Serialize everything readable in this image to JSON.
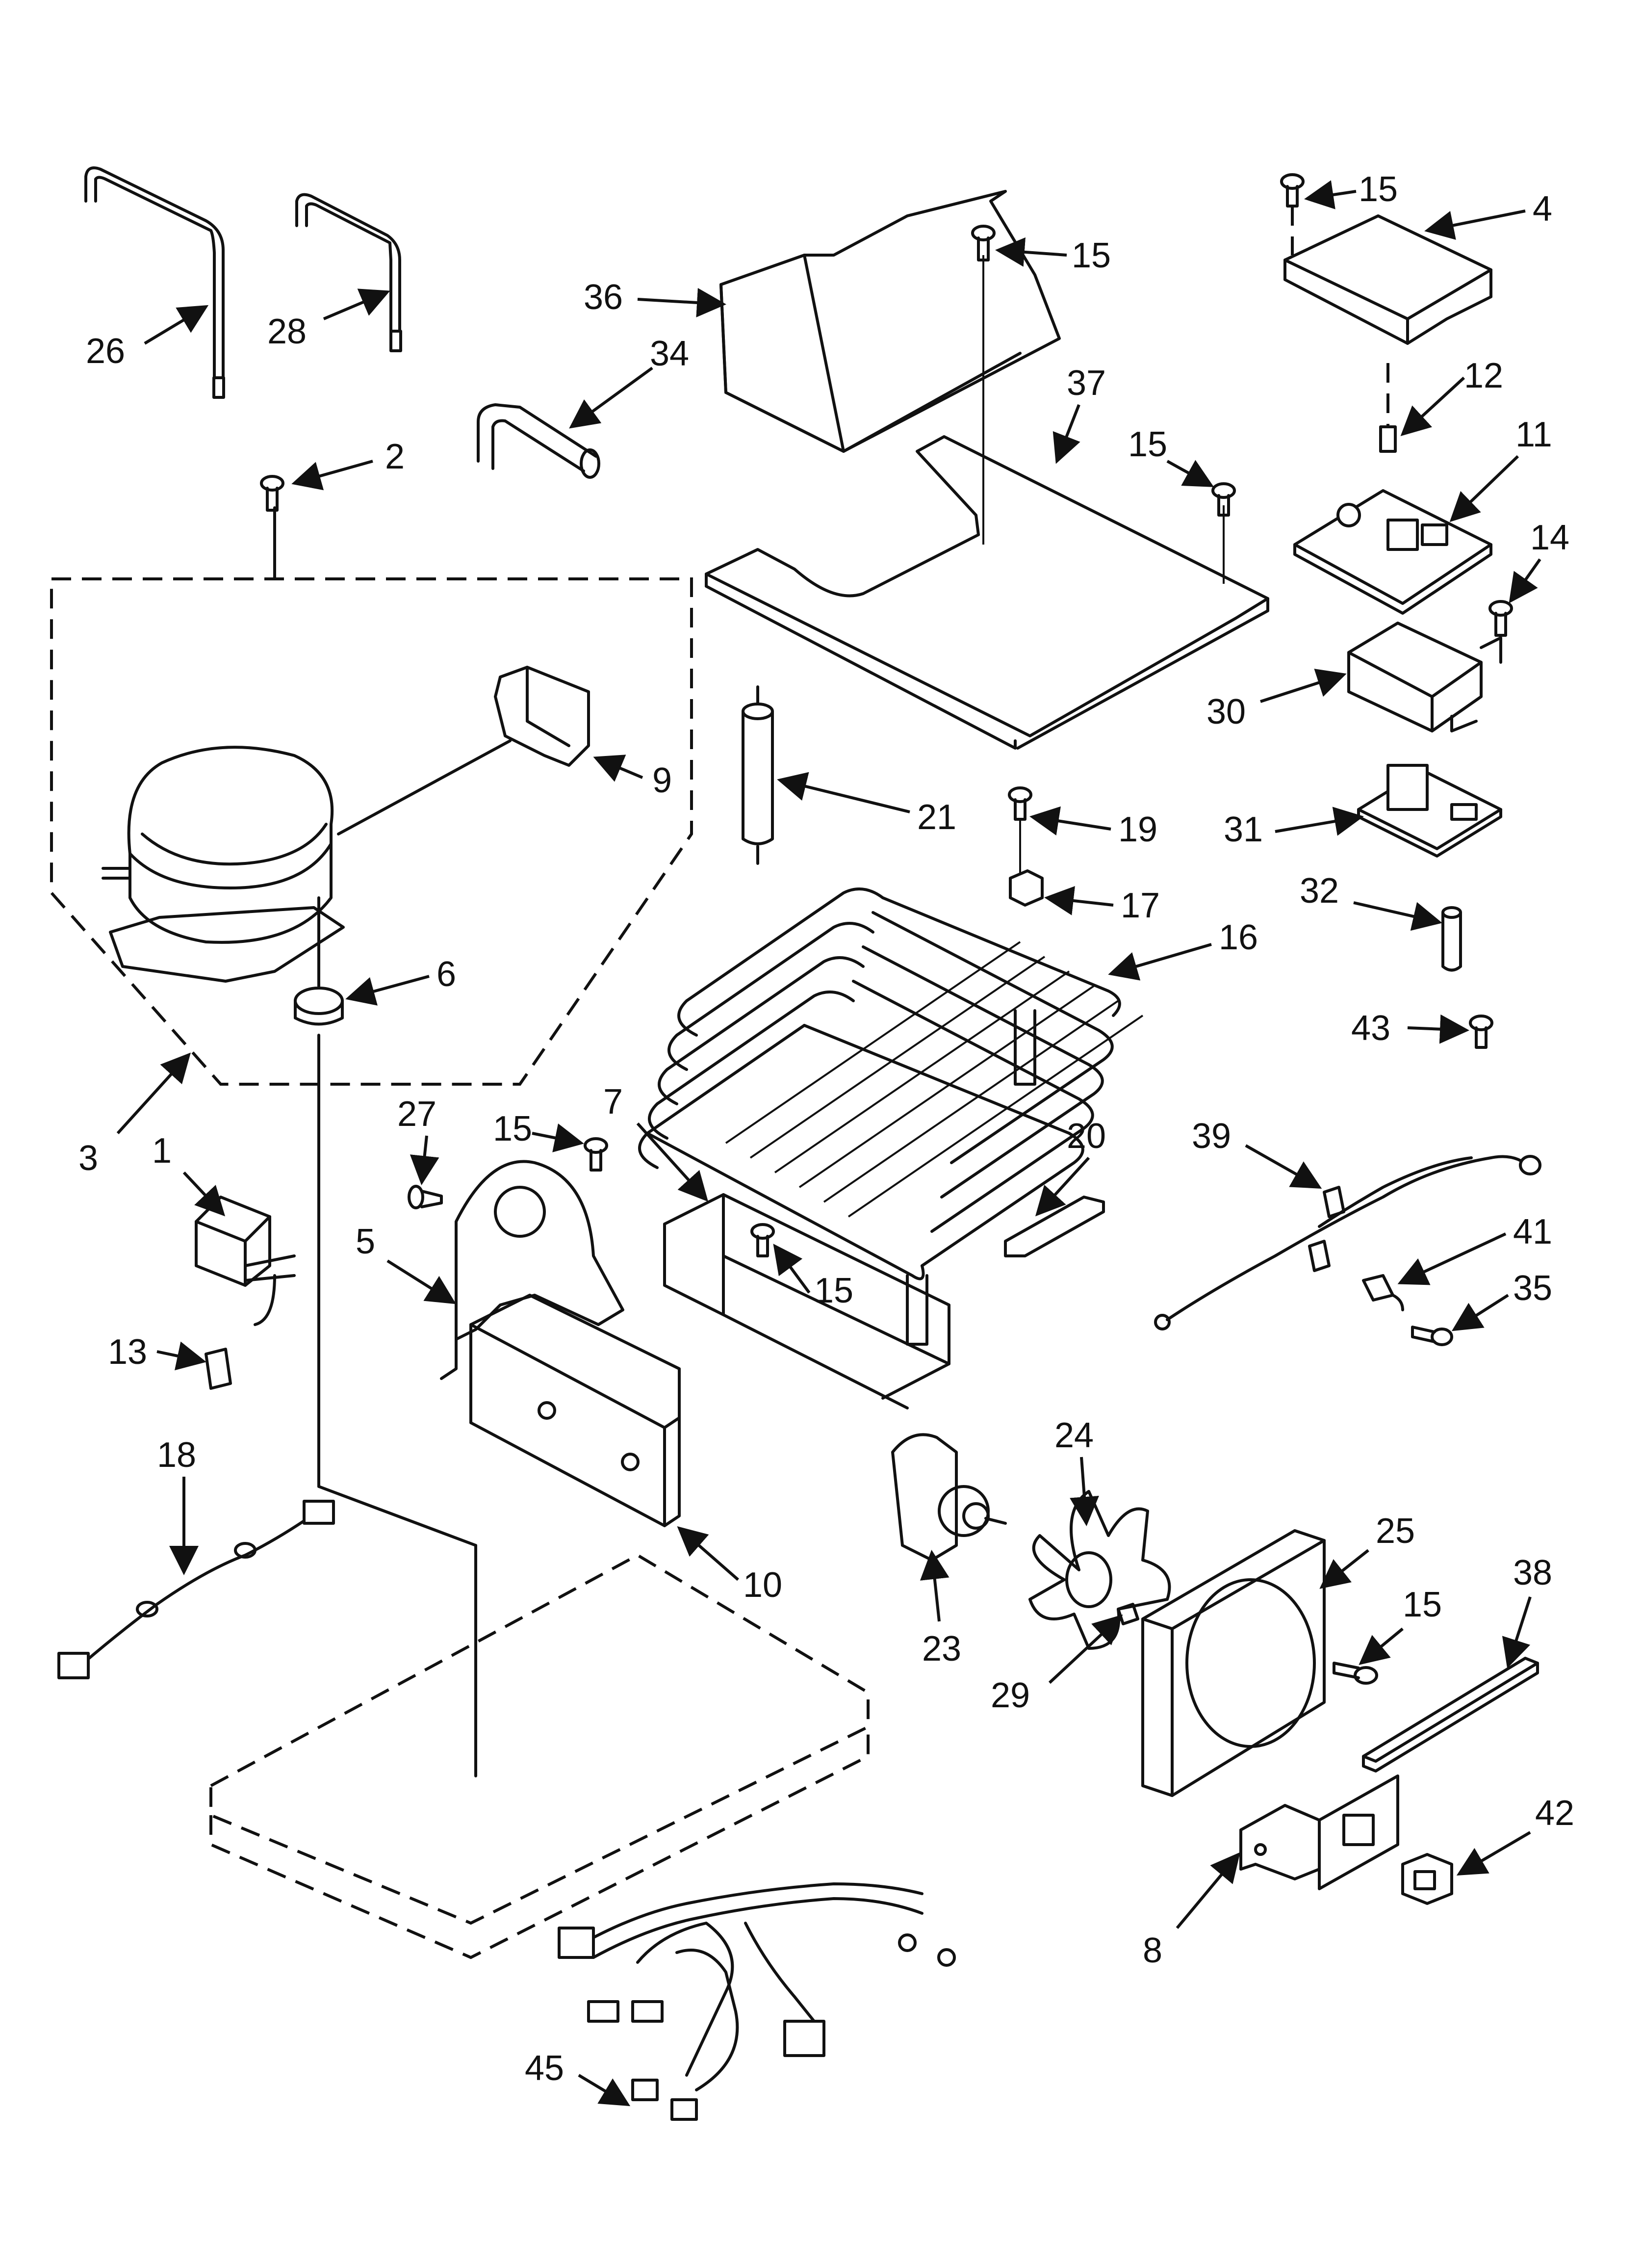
{
  "diagram": {
    "type": "exploded-parts-diagram",
    "callouts": [
      "15",
      "4",
      "36",
      "15",
      "34",
      "37",
      "12",
      "11",
      "26",
      "28",
      "2",
      "15",
      "14",
      "9",
      "30",
      "21",
      "19",
      "31",
      "17",
      "16",
      "32",
      "6",
      "43",
      "3",
      "27",
      "15",
      "7",
      "20",
      "39",
      "1",
      "5",
      "41",
      "15",
      "35",
      "13",
      "24",
      "18",
      "25",
      "10",
      "15",
      "38",
      "23",
      "29",
      "42",
      "8",
      "45"
    ]
  }
}
